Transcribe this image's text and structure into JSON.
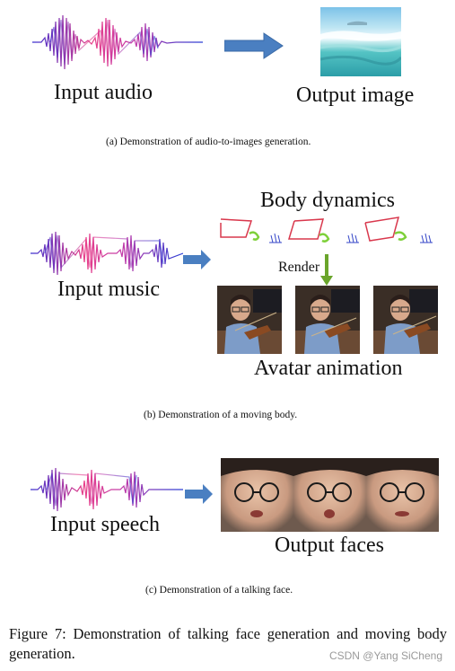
{
  "panel_a": {
    "input_label": "Input audio",
    "output_label": "Output image",
    "caption": "(a)  Demonstration of audio-to-images generation."
  },
  "panel_b": {
    "top_label": "Body dynamics",
    "render_label": "Render",
    "input_label": "Input music",
    "bottom_label": "Avatar animation",
    "caption": "(b)  Demonstration of a moving body."
  },
  "panel_c": {
    "input_label": "Input speech",
    "output_label": "Output faces",
    "caption": "(c)  Demonstration of a talking face."
  },
  "figure_caption": "Figure 7:  Demonstration of talking face generation and moving body generation.",
  "watermark": "CSDN @Yang SiCheng",
  "colors": {
    "arrow": "#4a7fc1",
    "wave_start": "#e8408a",
    "wave_end": "#2a3fd6",
    "render_arrow": "#6aa52b",
    "skeleton": "#d9384d"
  }
}
